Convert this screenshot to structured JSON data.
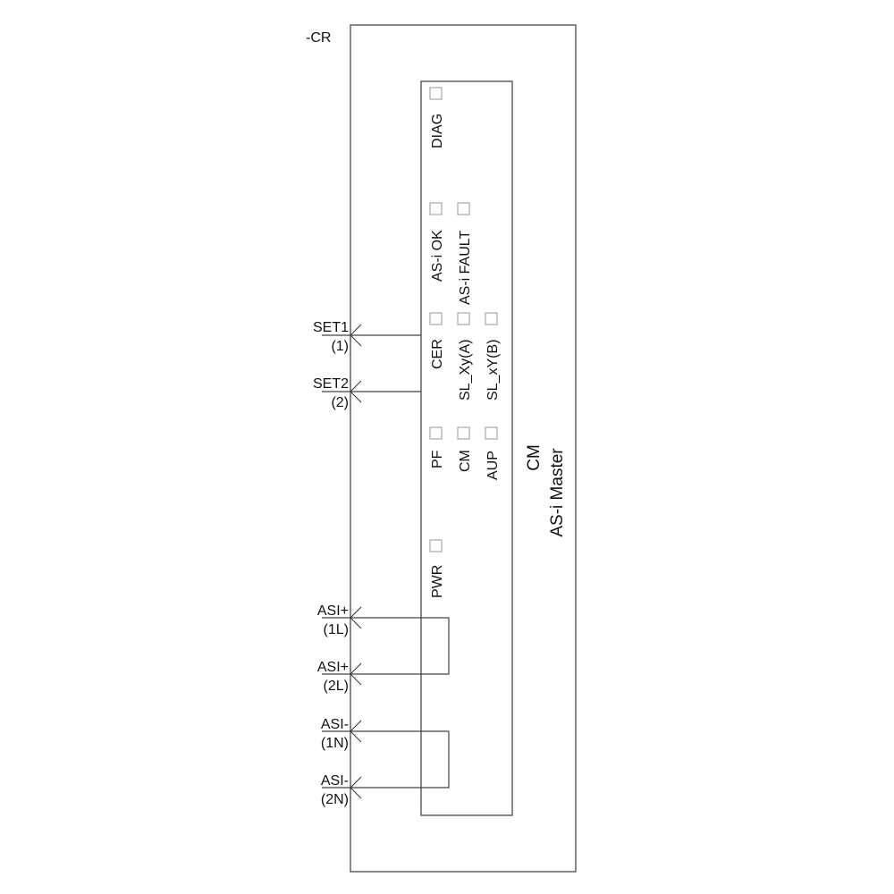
{
  "device": {
    "designation": "-CR",
    "module_type": "CM",
    "module_name": "AS-i Master"
  },
  "leds": {
    "diag": "DIAG",
    "asi_ok": "AS-i OK",
    "asi_fault": "AS-i FAULT",
    "cer": "CER",
    "sl_xy_a": "SL_Xy(A)",
    "sl_xy_b": "SL_xY(B)",
    "pf": "PF",
    "cm": "CM",
    "aup": "AUP",
    "pwr": "PWR"
  },
  "terminals": [
    {
      "signal": "SET1",
      "number": "(1)"
    },
    {
      "signal": "SET2",
      "number": "(2)"
    },
    {
      "signal": "ASI+",
      "number": "(1L)"
    },
    {
      "signal": "ASI+",
      "number": "(2L)"
    },
    {
      "signal": "ASI-",
      "number": "(1N)"
    },
    {
      "signal": "ASI-",
      "number": "(2N)"
    }
  ],
  "colors": {
    "frame": "#555555",
    "led_border": "#a8a8a8",
    "text": "#111111"
  }
}
